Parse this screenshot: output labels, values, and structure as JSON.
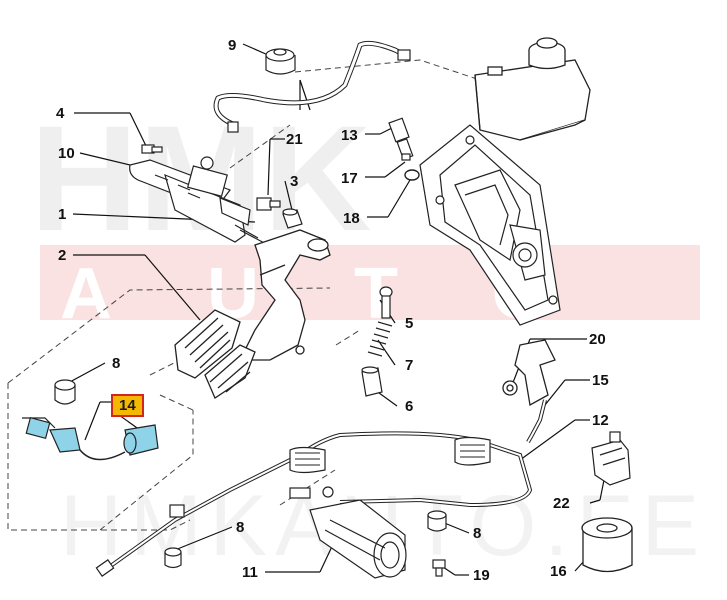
{
  "diagram": {
    "callouts": {
      "c1": "1",
      "c2": "2",
      "c3": "3",
      "c4": "4",
      "c5": "5",
      "c6": "6",
      "c7": "7",
      "c8a": "8",
      "c8b": "8",
      "c8c": "8",
      "c9": "9",
      "c10": "10",
      "c11": "11",
      "c12": "12",
      "c13": "13",
      "c14": "14",
      "c15": "15",
      "c16": "16",
      "c17": "17",
      "c18": "18",
      "c19": "19",
      "c20": "20",
      "c21": "21",
      "c22": "22"
    },
    "highlighted_part": "14",
    "colors": {
      "highlight_fill": "#f5b800",
      "highlight_border": "#d2261f",
      "sensor_fill": "#8fd3e8",
      "watermark_red": "#d2261f"
    }
  },
  "watermark": {
    "logo": "HMK AUTO",
    "text": "HMKAUTO.EE"
  }
}
